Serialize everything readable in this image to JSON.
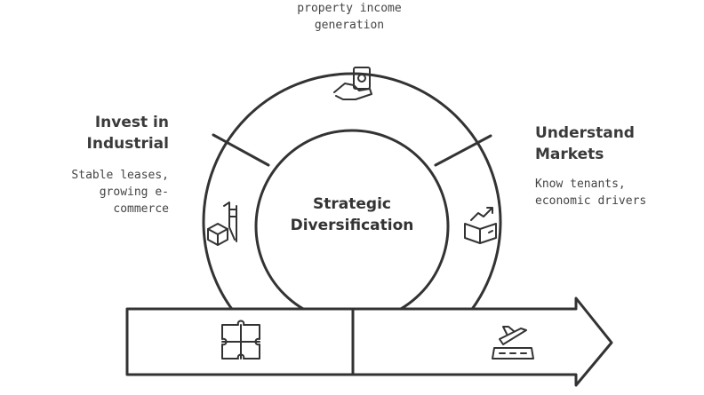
{
  "center": {
    "line1": "Strategic",
    "line2": "Diversification"
  },
  "top": {
    "line1": "property income",
    "line2": "generation"
  },
  "left": {
    "title_line1": "Invest in",
    "title_line2": "Industrial",
    "desc_line1": "Stable leases,",
    "desc_line2": "growing e-",
    "desc_line3": "commerce"
  },
  "right": {
    "title_line1": "Understand",
    "title_line2": "Markets",
    "desc_line1": "Know tenants,",
    "desc_line2": "economic drivers"
  },
  "icons": {
    "top": "hand-holding-money-icon",
    "left": "hand-truck-boxes-icon",
    "right": "box-with-growth-arrow-icon",
    "arrow_left": "puzzle-pieces-icon",
    "arrow_right": "plane-takeoff-icon"
  },
  "colors": {
    "stroke": "#333333",
    "text": "#3a3a3a",
    "background": "#ffffff"
  }
}
